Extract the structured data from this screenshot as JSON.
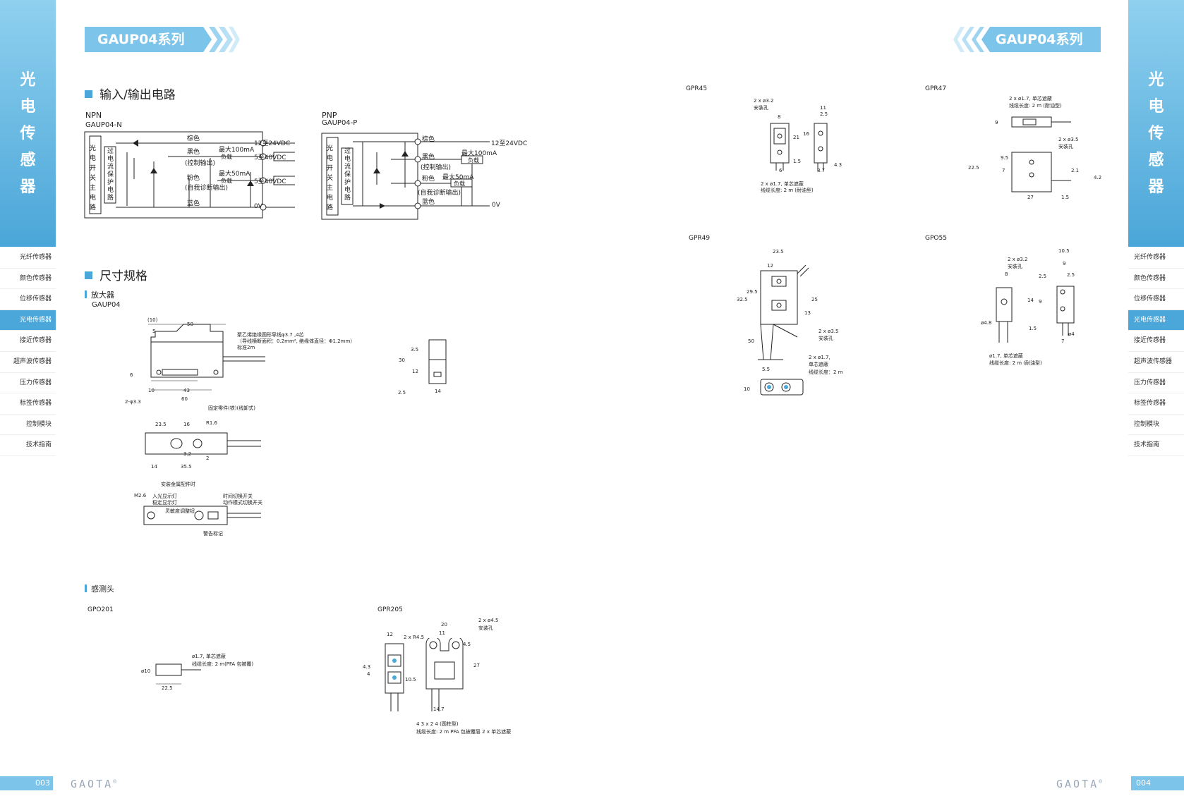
{
  "banner": {
    "left": "GAUP04系列",
    "right": "GAUP04系列"
  },
  "side_title": [
    "光",
    "电",
    "传",
    "感",
    "器"
  ],
  "nav": [
    "光纤传感器",
    "颜色传感器",
    "位移传感器",
    "光电传感器",
    "接近传感器",
    "超声波传感器",
    "压力传感器",
    "标签传感器",
    "控制模块",
    "技术指南"
  ],
  "nav_active": 3,
  "sections": {
    "io": "输入/输出电路",
    "dims": "尺寸规格",
    "amp": "放大器",
    "amp_model": "GAUP04",
    "sensor": "感测头"
  },
  "npn": {
    "type": "NPN",
    "model": "GAUP04-N",
    "box_left": [
      "光",
      "电",
      "开",
      "关",
      "主",
      "电",
      "路"
    ],
    "box_inner": [
      "过",
      "电",
      "流",
      "保",
      "护",
      "电",
      "路"
    ],
    "brown": "棕色",
    "black": "黑色",
    "control": "(控制输出)",
    "pink": "粉色",
    "diag": "(自我诊断输出)",
    "blue": "蓝色",
    "v1": "12至24VDC",
    "max1": "最大100mA",
    "load": "负载",
    "v2": "5至40VDC",
    "max2": "最大50mA",
    "v3": "5至40VDC",
    "zero": "0V"
  },
  "pnp": {
    "type": "PNP",
    "model": "GAUP04-P",
    "box_left": [
      "光",
      "电",
      "开",
      "关",
      "主",
      "电",
      "路"
    ],
    "box_inner": [
      "过",
      "电",
      "流",
      "保",
      "护",
      "电",
      "路"
    ],
    "brown": "棕色",
    "black": "黑色",
    "control": "(控制输出)",
    "pink": "粉色",
    "diag": "(自我诊断输出)",
    "blue": "蓝色",
    "v1": "12至24VDC",
    "max1": "最大100mA",
    "load": "负载",
    "max2": "最大50mA",
    "zero": "0V"
  },
  "amp_dims": {
    "d10": "(10)",
    "d5": "5",
    "d50": "50",
    "d6": "6",
    "d10b": "10",
    "d43": "43",
    "d60": "60",
    "hole": "2-φ3.3",
    "cable": "聚乙烯绝缘圆形导线φ3.7 ,4芯",
    "cable2": "（导线横断面积：0.2mm², 绝缘体直径：Φ1.2mm）",
    "cable3": "标准2m",
    "fix": "固定零件(铁)(线卸式)",
    "s35": "3.5",
    "s30": "30",
    "s12": "12",
    "s25": "2.5",
    "s14": "14",
    "t235": "23.5",
    "t16": "16",
    "r16": "R1.6",
    "t32": "3.2",
    "t2": "2",
    "t14": "14",
    "t355": "35.5",
    "mount": "安装金属配件时",
    "m26": "M2.6",
    "in_led": "入光显示灯",
    "stab_led": "稳定显示灯",
    "sens": "灵敏度调整钮",
    "time_sw": "时间切换开关",
    "mode_sw": "动作模式切换开关",
    "warn": "警告标记"
  },
  "gpo201": {
    "name": "GPO201",
    "cable1": "ø1.7, 单芯遮蔽",
    "cable2": "线缆长度: 2 m(PFA 包被覆)",
    "d10": "ø10",
    "d225": "22.5"
  },
  "gpr205": {
    "name": "GPR205",
    "d12": "12",
    "d20": "20",
    "d11": "11",
    "hole": "2 x ø4.5",
    "hole2": "安装孔",
    "r45": "2 x R4.5",
    "d45": "4.5",
    "d43": "4.3",
    "d4": "4",
    "d105": "10.5",
    "d27": "27",
    "d147": "14.7",
    "cable1": "4 3 x 2 4 (圆柱型)",
    "cable2": "线缆长度: 2 m PFA 包被覆层 2 x 单芯遮蔽"
  },
  "gpr45": {
    "name": "GPR45",
    "hole": "2 x ø3.2",
    "hole2": "安装孔",
    "d11": "11",
    "d25": "2.5",
    "d8": "8",
    "d21": "21",
    "d16": "16",
    "d15": "1.5",
    "d6": "6",
    "d87": "8.7",
    "d43": "4.3",
    "cable1": "2 x ø1.7, 单芯遮蔽",
    "cable2": "线缆长度: 2 m (耐油型)"
  },
  "gpr47": {
    "name": "GPR47",
    "cable1": "2 x ø1.7, 单芯遮蔽",
    "cable2": "线缆长度: 2 m (耐油型)",
    "d9": "9",
    "hole": "2 x ø3.5",
    "hole2": "安装孔",
    "d95": "9.5",
    "d225": "22.5",
    "d7": "7",
    "d21": "2.1",
    "d42": "4.2",
    "d27": "27",
    "d15": "1.5"
  },
  "gpr49": {
    "name": "GPR49",
    "d235": "23.5",
    "d12": "12",
    "d295": "29.5",
    "d325": "32.5",
    "d25": "25",
    "d13": "13",
    "hole": "2 x ø3.5",
    "hole2": "安装孔",
    "d50": "50",
    "cable1": "2 x ø1.7,",
    "cable2": "单芯遮蔽",
    "cable3": "线缆长度：2 m",
    "d55": "5.5",
    "d10": "10"
  },
  "gpo55": {
    "name": "GPO55",
    "d105": "10.5",
    "hole": "2 x ø3.2",
    "hole2": "安装孔",
    "d9": "9",
    "d8": "8",
    "d25": "2.5",
    "d25b": "2.5",
    "d14": "14",
    "d9b": "9",
    "d48": "ø4.8",
    "d15": "1.5",
    "d4": "ø4",
    "d7": "7",
    "cable1": "ø1.7, 单芯遮蔽",
    "cable2": "线缆长度: 2 m (耐油型)"
  },
  "footer": {
    "page_left": "003",
    "page_right": "004",
    "logo": "GAOTA",
    "reg": "®"
  },
  "colors": {
    "accent": "#4ba7da",
    "light": "#8fd0ef"
  }
}
